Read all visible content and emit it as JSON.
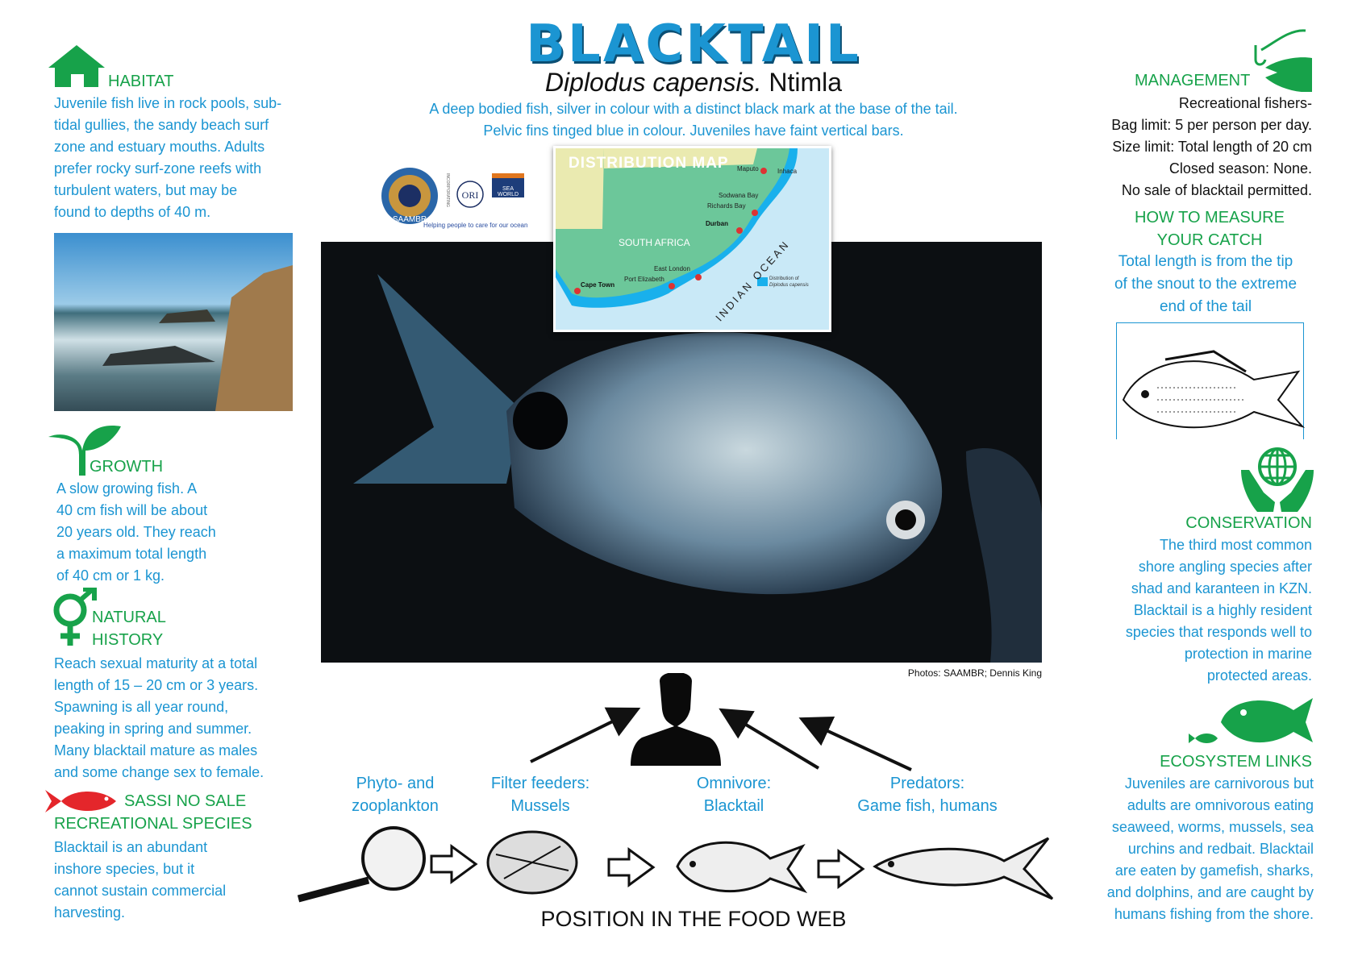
{
  "title": "BLACKTAIL",
  "scientific_name": "Diplodus capensis.",
  "common_name": "Ntimla",
  "description": [
    "A deep bodied fish, silver in colour with a distinct black mark at the base of the tail.",
    "Pelvic fins tinged blue in colour. Juveniles have faint vertical bars."
  ],
  "logos": {
    "saambr": "SAAMBR",
    "ori": "ORI",
    "incorporating": "INCORPORATING",
    "seaworld": "SEA WORLD",
    "tagline": "Helping people to care for our ocean"
  },
  "map": {
    "title": "DISTRIBUTION MAP",
    "country": "SOUTH AFRICA",
    "ocean": "INDIAN OCEAN",
    "places": [
      "Maputo",
      "Inhaca",
      "Sodwana Bay",
      "Richards Bay",
      "Durban",
      "East London",
      "Port Elizabeth",
      "Cape Town"
    ],
    "legend_line1": "Distribution of",
    "legend_line2": "Diplodus capensis"
  },
  "photo_credit": "Photos: SAAMBR; Dennis King",
  "habitat": {
    "heading": "HABITAT",
    "lines": [
      "Juvenile fish live in rock pools, sub-",
      "tidal gullies, the sandy beach surf",
      "zone and estuary mouths. Adults",
      "prefer rocky surf-zone reefs with",
      "turbulent waters, but may be",
      "found to depths of 40 m."
    ]
  },
  "growth": {
    "heading": "GROWTH",
    "lines": [
      "A slow growing fish.  A",
      "40 cm fish will be about",
      "20 years old. They reach",
      "a maximum total length",
      "of 40 cm or 1 kg."
    ]
  },
  "natural_history": {
    "heading1": "NATURAL",
    "heading2": "HISTORY",
    "lines": [
      "Reach sexual maturity at a total",
      "length of 15 – 20 cm or 3 years.",
      "Spawning is all year round,",
      "peaking in spring and summer.",
      "Many blacktail mature as males",
      "and some change sex to female."
    ]
  },
  "sassi": {
    "heading1": "SASSI  NO SALE",
    "heading2": "RECREATIONAL SPECIES",
    "lines": [
      "Blacktail is an abundant",
      "inshore species, but it",
      "cannot sustain commercial",
      "harvesting."
    ]
  },
  "management": {
    "heading": "MANAGEMENT",
    "lines": [
      "Recreational fishers-",
      "Bag limit: 5 per person per day.",
      "Size limit: Total length of 20 cm",
      "Closed season: None.",
      "No sale of blacktail permitted."
    ]
  },
  "measure": {
    "heading1": "HOW TO MEASURE",
    "heading2": "YOUR CATCH",
    "lines": [
      "Total length is from the tip",
      "of the snout to the extreme",
      "end of the tail"
    ]
  },
  "conservation": {
    "heading": "CONSERVATION",
    "lines": [
      "The third most common",
      "shore angling species after",
      "shad and karanteen in KZN.",
      "Blacktail is a highly resident",
      "species that responds well to",
      "protection in marine",
      "protected areas."
    ]
  },
  "ecosystem": {
    "heading": "ECOSYSTEM LINKS",
    "lines": [
      "Juveniles are carnivorous but",
      "adults are omnivorous eating",
      "seaweed, worms, mussels, sea",
      "urchins and redbait. Blacktail",
      "are eaten by gamefish, sharks,",
      "and dolphins, and are caught by",
      "humans fishing from the shore."
    ]
  },
  "food_web": {
    "title": "POSITION IN THE FOOD WEB",
    "levels": [
      {
        "l1": "Phyto- and",
        "l2": "zooplankton"
      },
      {
        "l1": "Filter feeders:",
        "l2": "Mussels"
      },
      {
        "l1": "Omnivore:",
        "l2": "Blacktail"
      },
      {
        "l1": "Predators:",
        "l2": "Game fish, humans"
      }
    ]
  },
  "colors": {
    "blue": "#1b95d2",
    "green": "#17a24a",
    "red": "#e4262b"
  }
}
